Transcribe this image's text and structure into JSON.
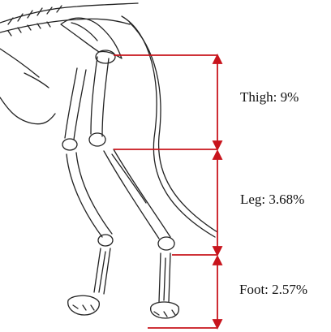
{
  "diagram": {
    "segments": [
      {
        "name": "Thigh",
        "label": "Thigh: 9%",
        "percent": 9
      },
      {
        "name": "Leg",
        "label": "Leg: 3.68%",
        "percent": 3.68
      },
      {
        "name": "Foot",
        "label": "Foot: 2.57%",
        "percent": 2.57
      }
    ],
    "colors": {
      "arrow": "#c8141c",
      "ink": "#222222"
    }
  }
}
